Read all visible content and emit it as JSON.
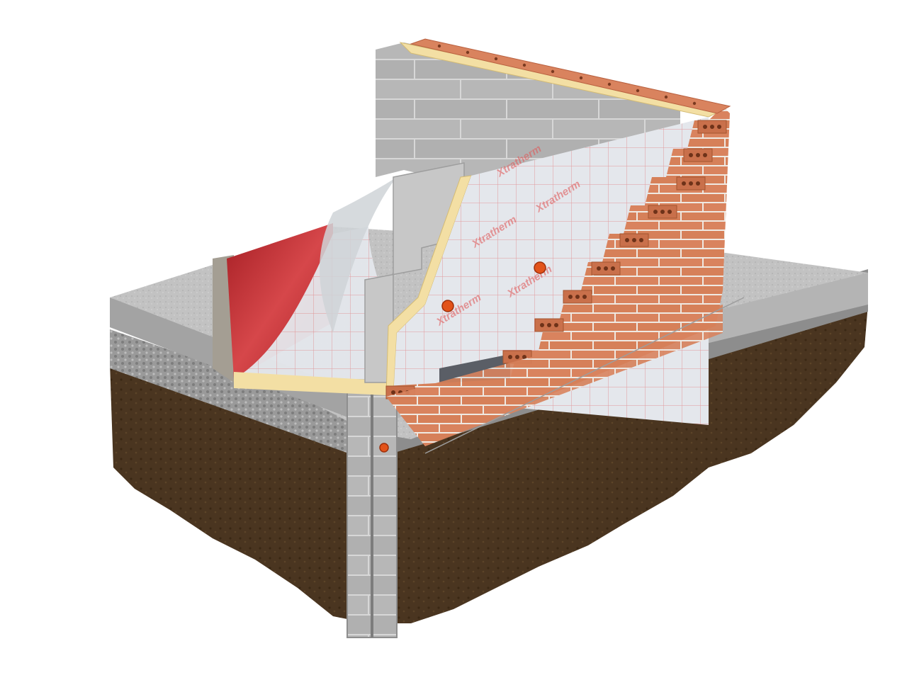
{
  "figure": {
    "brand_text": "Xtratherm",
    "colors": {
      "background": "#ffffff",
      "brick": "#d9835e",
      "brick_dark": "#b8603f",
      "mortar": "#efe9e2",
      "pir_core": "#f3dfa4",
      "foil": "#e4e7ec",
      "foil_grid": "#e05b5b",
      "block": "#b4b4b4",
      "block_light": "#c8c8c8",
      "concrete": "#c2c2c2",
      "concrete_edge": "#8e8e8e",
      "soil": "#4a3520",
      "soil_dark": "#2f2010",
      "hardcore": "#9a9a9a",
      "dpm_red": "#c0262c",
      "tie_orange": "#e2531a",
      "screed_grey": "#a8a8a8"
    },
    "layers": [
      "facing-brick-outer-leaf",
      "cavity",
      "foil-faced-pir-insulation-board",
      "concrete-block-inner-leaf",
      "floor-insulation",
      "dpm",
      "concrete-floor-slab",
      "hardcore",
      "ground-soil",
      "foundation-blocks"
    ]
  }
}
